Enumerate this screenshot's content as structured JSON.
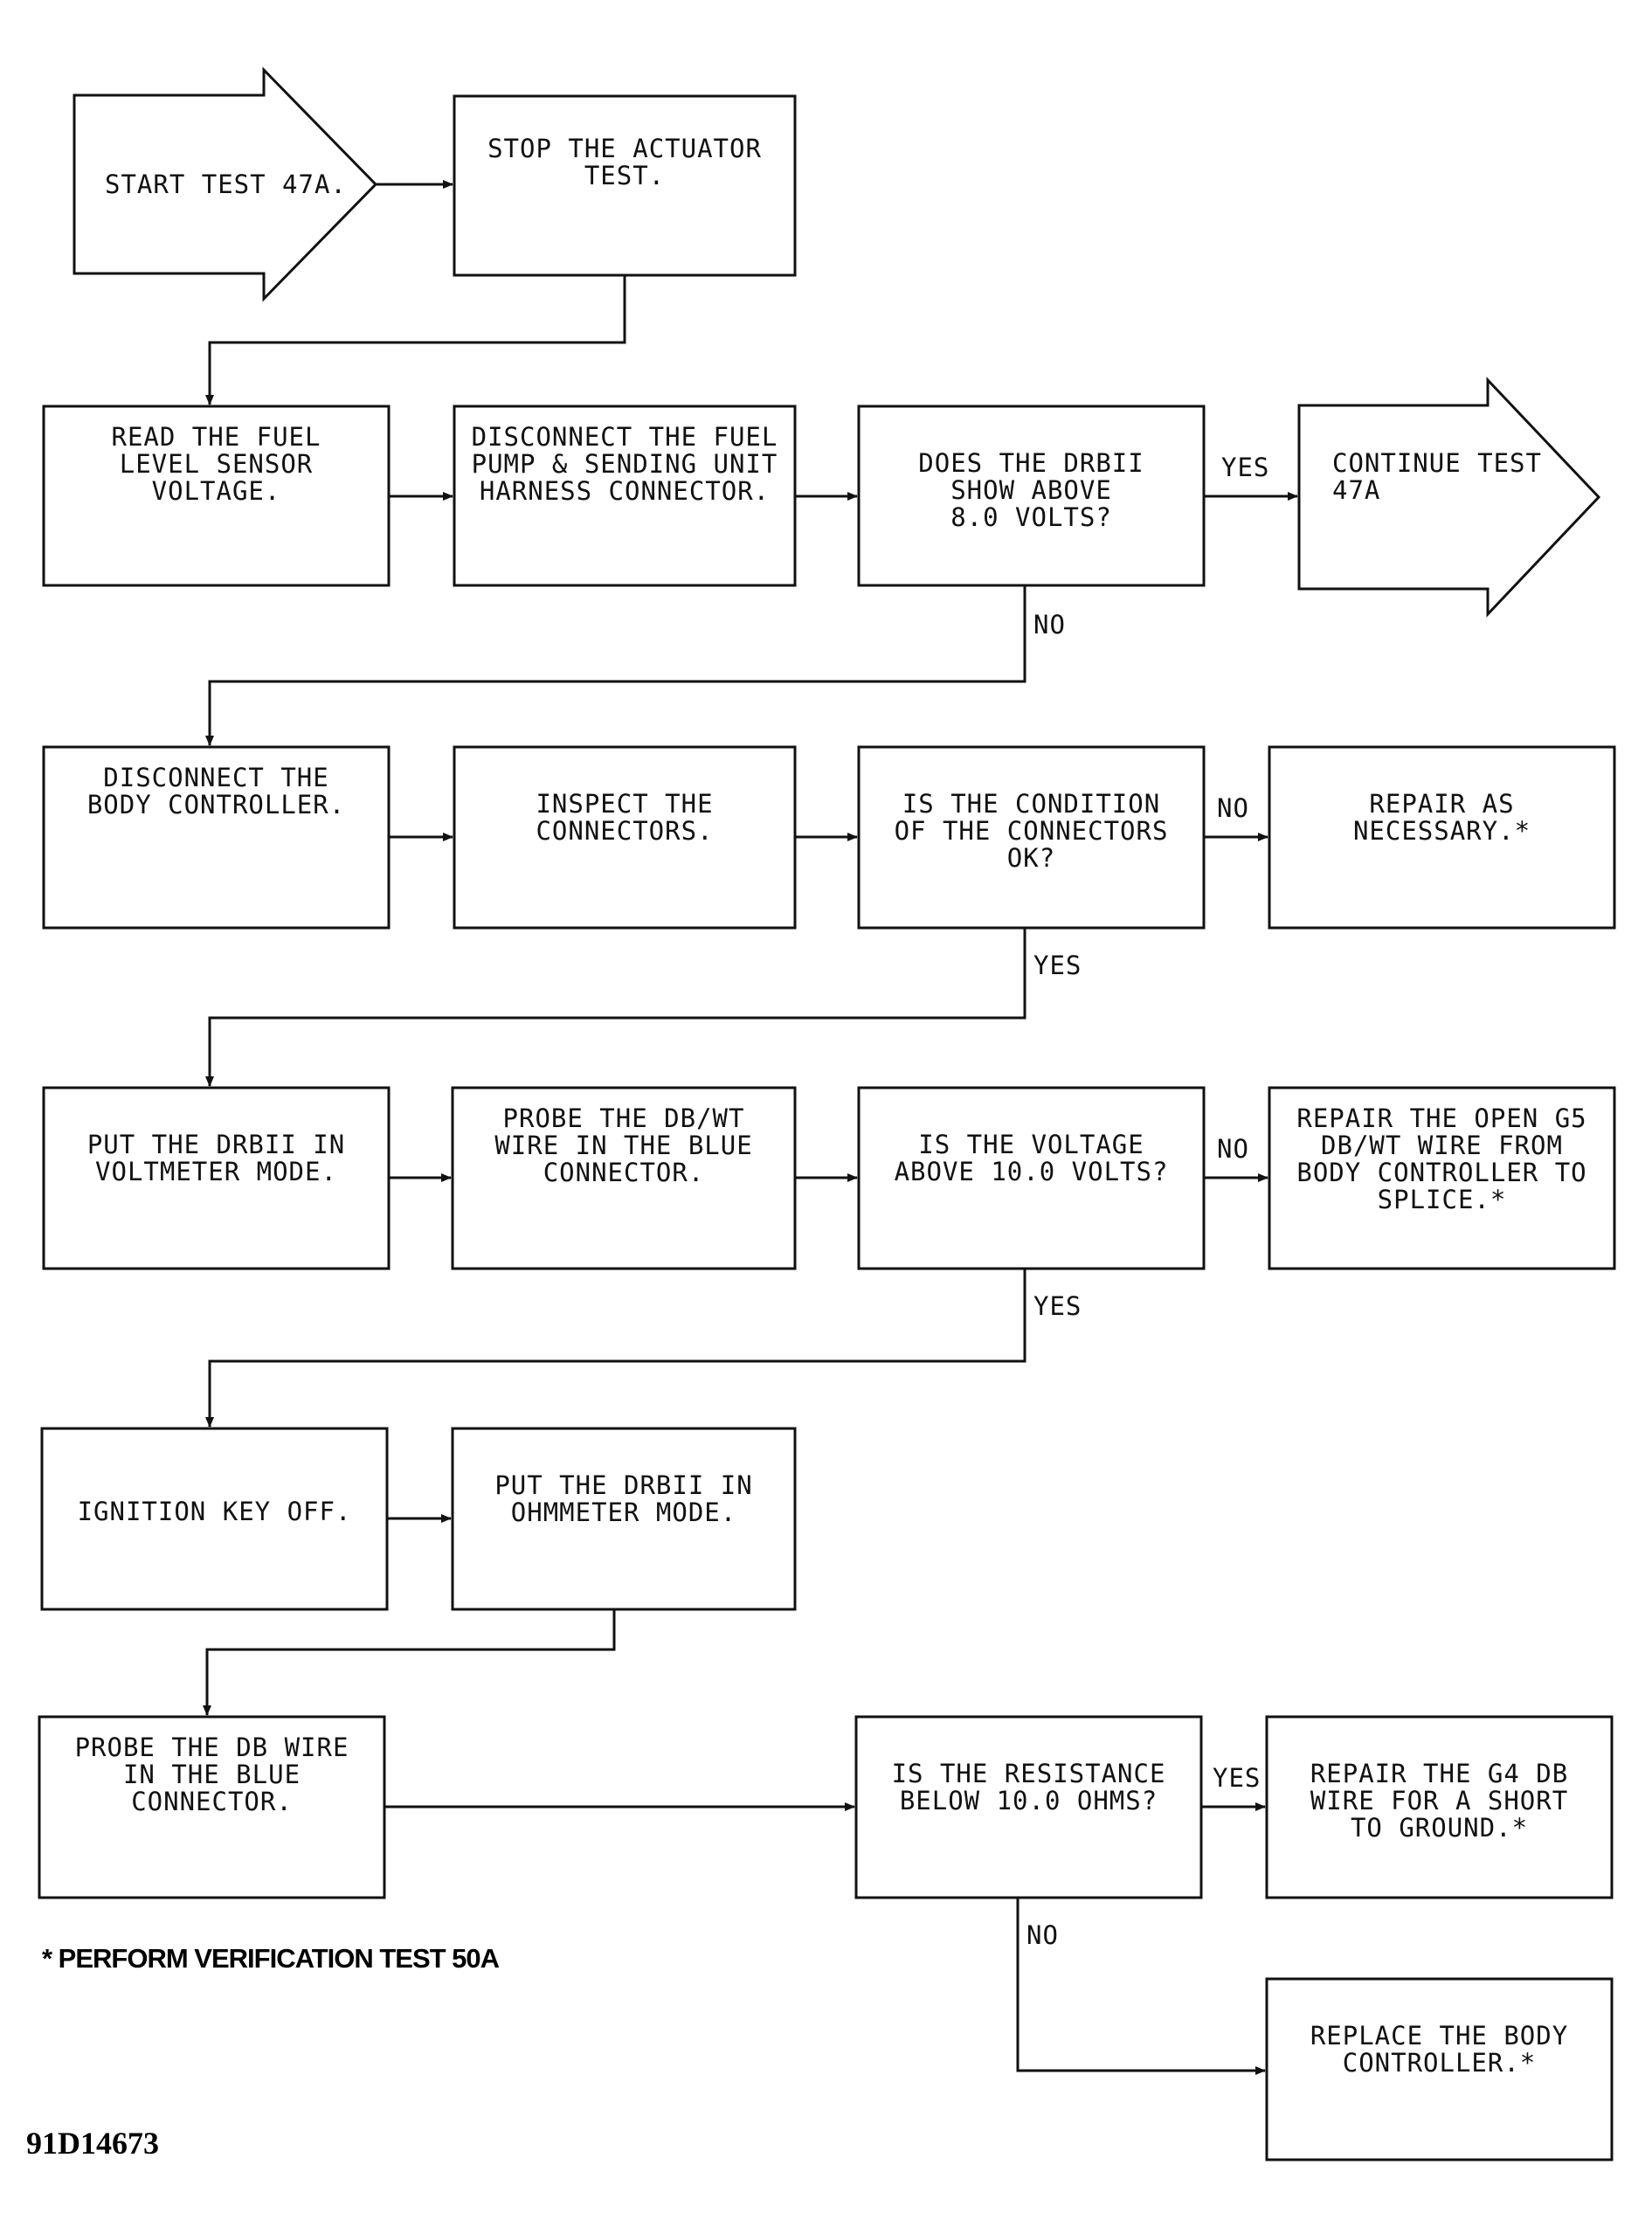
{
  "nodes": [
    {
      "id": "start",
      "lines": [
        "START TEST 47A."
      ]
    },
    {
      "id": "stop_actuator",
      "lines": [
        "STOP THE ACTUATOR",
        "TEST."
      ]
    },
    {
      "id": "read_voltage",
      "lines": [
        "READ THE FUEL",
        "LEVEL SENSOR",
        "VOLTAGE."
      ]
    },
    {
      "id": "disconnect_pump",
      "lines": [
        "DISCONNECT THE FUEL",
        "PUMP & SENDING UNIT",
        "HARNESS CONNECTOR."
      ]
    },
    {
      "id": "q_above_8",
      "lines": [
        "DOES THE DRBII",
        "SHOW ABOVE",
        "8.0 VOLTS?"
      ]
    },
    {
      "id": "continue",
      "lines": [
        "CONTINUE TEST",
        "47A"
      ]
    },
    {
      "id": "disconnect_body",
      "lines": [
        "DISCONNECT THE",
        "BODY CONTROLLER."
      ]
    },
    {
      "id": "inspect",
      "lines": [
        "INSPECT THE",
        "CONNECTORS."
      ]
    },
    {
      "id": "q_condition",
      "lines": [
        "IS THE CONDITION",
        "OF THE CONNECTORS",
        "OK?"
      ]
    },
    {
      "id": "repair_nec",
      "lines": [
        "REPAIR AS",
        "NECESSARY.*"
      ]
    },
    {
      "id": "voltmeter",
      "lines": [
        "PUT THE DRBII IN",
        "VOLTMETER MODE."
      ]
    },
    {
      "id": "probe_dbwt",
      "lines": [
        "PROBE THE DB/WT",
        "WIRE IN THE BLUE",
        "CONNECTOR."
      ]
    },
    {
      "id": "q_above_10",
      "lines": [
        "IS THE VOLTAGE",
        "ABOVE 10.0 VOLTS?"
      ]
    },
    {
      "id": "repair_g5",
      "lines": [
        "REPAIR THE OPEN G5",
        "DB/WT WIRE FROM",
        "BODY CONTROLLER TO",
        "SPLICE.*"
      ]
    },
    {
      "id": "ignition_off",
      "lines": [
        "IGNITION KEY OFF."
      ]
    },
    {
      "id": "ohmmeter",
      "lines": [
        "PUT THE DRBII IN",
        "OHMMETER MODE."
      ]
    },
    {
      "id": "probe_db",
      "lines": [
        "PROBE THE DB WIRE",
        "IN THE BLUE",
        "CONNECTOR."
      ]
    },
    {
      "id": "q_resistance",
      "lines": [
        "IS THE RESISTANCE",
        "BELOW 10.0 OHMS?"
      ]
    },
    {
      "id": "repair_g4",
      "lines": [
        "REPAIR THE G4 DB",
        "WIRE FOR A SHORT",
        "TO GROUND.*"
      ]
    },
    {
      "id": "replace_body",
      "lines": [
        "REPLACE THE BODY",
        "CONTROLLER.*"
      ]
    }
  ],
  "edge_labels": {
    "yes_continue": "YES",
    "no_above_8": "NO",
    "no_condition": "NO",
    "yes_condition": "YES",
    "no_above_10": "NO",
    "yes_above_10": "YES",
    "yes_resistance": "YES",
    "no_resistance": "NO"
  },
  "footnote": "* PERFORM VERIFICATION TEST 50A",
  "figure_id": "91D14673"
}
